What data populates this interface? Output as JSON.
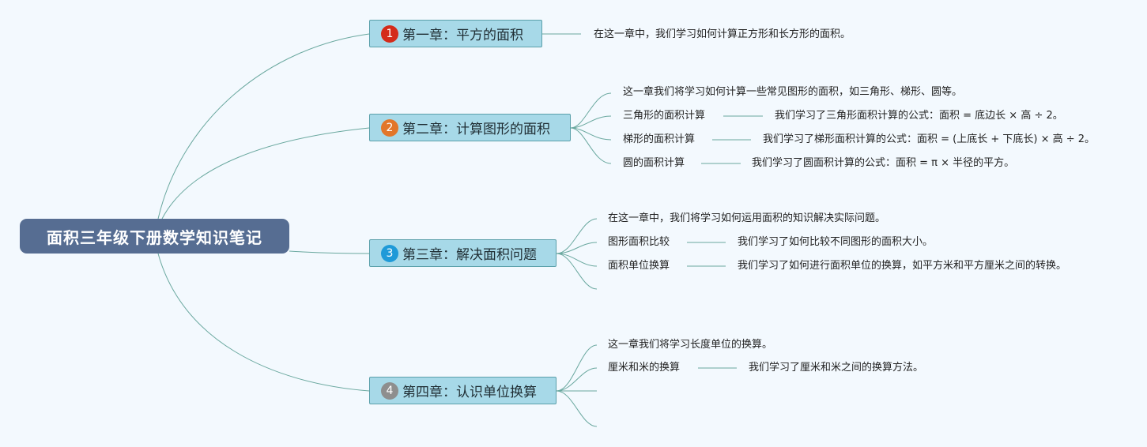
{
  "title": "面积三年级下册数学知识笔记",
  "chapters": [
    {
      "badge": "1",
      "badge_color": "#d42b1a",
      "label": "第一章：平方的面积",
      "intro": "在这一章中，我们学习如何计算正方形和长方形的面积。",
      "topics": []
    },
    {
      "badge": "2",
      "badge_color": "#e2762a",
      "label": "第二章：计算图形的面积",
      "intro": "这一章我们将学习如何计算一些常见图形的面积，如三角形、梯形、圆等。",
      "topics": [
        {
          "name": "三角形的面积计算",
          "detail": "我们学习了三角形面积计算的公式：面积 = 底边长 × 高 ÷ 2。"
        },
        {
          "name": "梯形的面积计算",
          "detail": "我们学习了梯形面积计算的公式：面积 = (上底长 + 下底长) × 高 ÷ 2。"
        },
        {
          "name": "圆的面积计算",
          "detail": "我们学习了圆面积计算的公式：面积 = π × 半径的平方。"
        }
      ]
    },
    {
      "badge": "3",
      "badge_color": "#1f9ad8",
      "label": "第三章：解决面积问题",
      "intro": "在这一章中，我们将学习如何运用面积的知识解决实际问题。",
      "topics": [
        {
          "name": "图形面积比较",
          "detail": "我们学习了如何比较不同图形的面积大小。"
        },
        {
          "name": "面积单位换算",
          "detail": "我们学习了如何进行面积单位的换算，如平方米和平方厘米之间的转换。"
        }
      ]
    },
    {
      "badge": "4",
      "badge_color": "#8e8e8e",
      "label": "第四章：认识单位换算",
      "intro": "这一章我们将学习长度单位的换算。",
      "topics": [
        {
          "name": "厘米和米的换算",
          "detail": "我们学习了厘米和米之间的换算方法。"
        }
      ]
    }
  ]
}
